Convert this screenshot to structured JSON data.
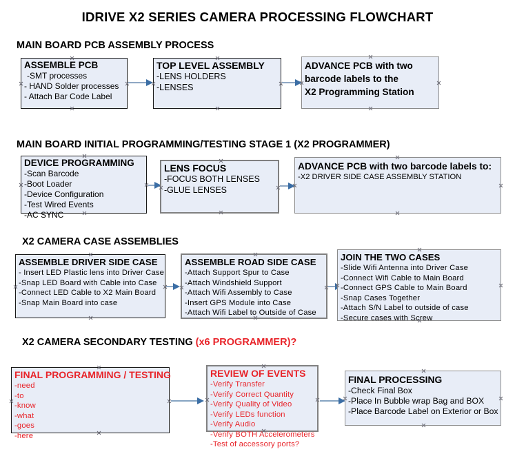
{
  "document": {
    "title": "IDRIVE X2  SERIES CAMERA PROCESSING FLOWCHART"
  },
  "colors": {
    "box_fill": "#e8edf7",
    "box_border_black": "#1a1a1a",
    "box_border_gray": "#808080",
    "accent_red": "#e8242a",
    "arrow": "#8fa8c4",
    "arrow_head": "#3b6ea5",
    "text": "#000000"
  },
  "sections": [
    {
      "id": "pcb-assembly",
      "heading": "MAIN BOARD PCB ASSEMBLY PROCESS",
      "heading_note": "",
      "boxes": [
        {
          "id": "assemble-pcb",
          "head": "ASSEMBLE PCB",
          "lines": [
            "-SMT processes",
            "- HAND Solder processes",
            "- Attach Bar Code Label"
          ]
        },
        {
          "id": "top-level-assembly",
          "head": "TOP LEVEL ASSEMBLY",
          "lines": [
            "-LENS HOLDERS",
            "-LENSES"
          ]
        },
        {
          "id": "advance-pcb-programming-station",
          "head": "ADVANCE PCB with two",
          "lines": [
            "barcode labels to the",
            " X2 Programming Station"
          ]
        }
      ]
    },
    {
      "id": "initial-programming",
      "heading": "MAIN BOARD INITIAL PROGRAMMING/TESTING STAGE 1 (X2 PROGRAMMER)",
      "heading_note": "",
      "boxes": [
        {
          "id": "device-programming",
          "head": "DEVICE PROGRAMMING",
          "lines": [
            "-Scan Barcode",
            "-Boot Loader",
            "-Device Configuration",
            "-Test Wired Events",
            "-AC SYNC"
          ]
        },
        {
          "id": "lens-focus",
          "head": "LENS FOCUS",
          "lines": [
            "-FOCUS BOTH LENSES",
            "-GLUE LENSES"
          ]
        },
        {
          "id": "advance-pcb-driver-side",
          "head": "ADVANCE PCB with two barcode labels to:",
          "lines": [
            "-X2 DRIVER  SIDE  CASE  ASSEMBLY STATION"
          ]
        }
      ]
    },
    {
      "id": "case-assemblies",
      "heading": "X2 CAMERA CASE ASSEMBLIES",
      "heading_note": "",
      "boxes": [
        {
          "id": "assemble-driver-side-case",
          "head": "ASSEMBLE DRIVER SIDE CASE",
          "lines": [
            "- Insert LED Plastic lens into Driver Case",
            "-Snap LED Board with Cable into Case",
            "-Connect LED Cable to X2 Main Board",
            "-Snap Main Board into case"
          ]
        },
        {
          "id": "assemble-road-side-case",
          "head": "ASSEMBLE ROAD SIDE CASE",
          "lines": [
            "-Attach Support Spur to Case",
            "-Attach Windshield Support",
            "-Attach Wifi Assembly to Case",
            "-Insert GPS Module into Case",
            "-Attach Wifi Label to Outside of Case"
          ]
        },
        {
          "id": "join-the-two-cases",
          "head": "JOIN THE TWO CASES",
          "lines": [
            "-Slide Wifi Antenna into Driver Case",
            "-Connect Wifi Cable to Main Board",
            "-Connect GPS Cable to Main Board",
            "-Snap Cases Together",
            "-Attach S/N Label to outside of case",
            "-Secure cases with Screw"
          ]
        }
      ]
    },
    {
      "id": "secondary-testing",
      "heading": "X2 CAMERA SECONDARY TESTING ",
      "heading_note": "(x6 PROGRAMMER)?",
      "boxes": [
        {
          "id": "final-programming-testing",
          "head": "FINAL PROGRAMMING / TESTING",
          "lines": [
            "-need",
            "-to",
            "-know",
            "-what",
            "-goes",
            "-here"
          ]
        },
        {
          "id": "review-of-events",
          "head": "REVIEW OF EVENTS",
          "lines": [
            "-Verify Transfer",
            "-Verify Correct Quantity",
            "-Verify Quality of Video",
            "-Verify LEDs function",
            "-Verify Audio",
            "-Verify BOTH Accelerometers",
            "-Test of accessory ports?"
          ]
        },
        {
          "id": "final-processing",
          "head": "FINAL PROCESSING",
          "lines": [
            " -Check Final Box",
            "-Place In Bubble wrap Bag and BOX",
            "-Place Barcode Label on Exterior or Box"
          ]
        }
      ]
    }
  ]
}
